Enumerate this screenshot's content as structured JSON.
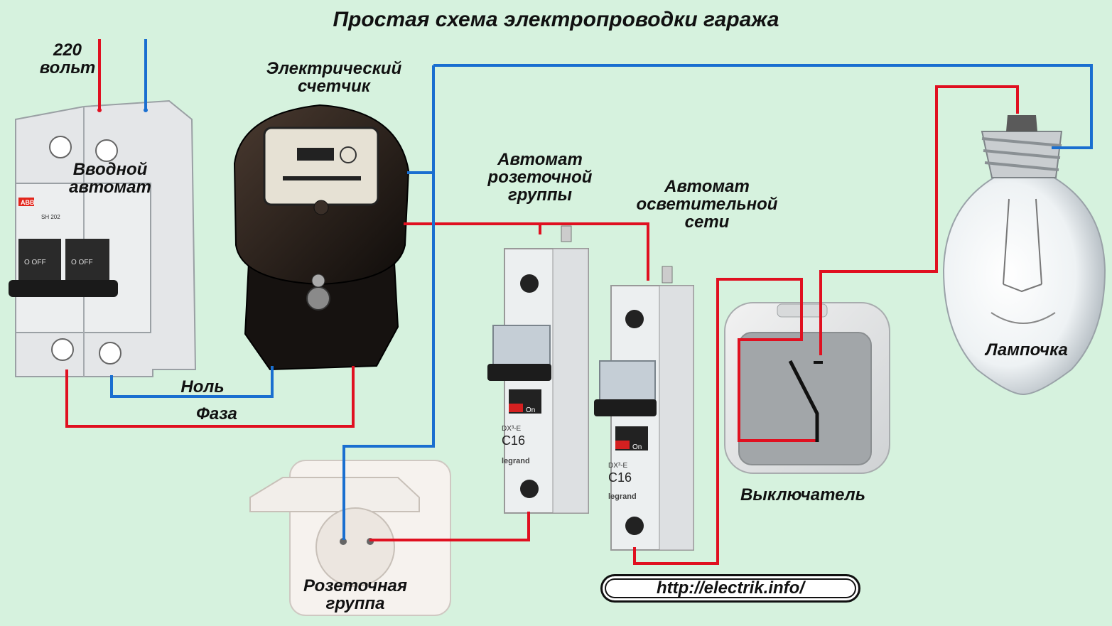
{
  "title": "Простая схема электропроводки гаража",
  "labels": {
    "input_voltage_line1": "220",
    "input_voltage_line2": "вольт",
    "meter_line1": "Электрический",
    "meter_line2": "счетчик",
    "main_breaker_line1": "Вводной",
    "main_breaker_line2": "автомат",
    "socket_breaker_line1": "Автомат",
    "socket_breaker_line2": "розеточной",
    "socket_breaker_line3": "группы",
    "light_breaker_line1": "Автомат",
    "light_breaker_line2": "осветительной",
    "light_breaker_line3": "сети",
    "neutral": "Ноль",
    "phase": "Фаза",
    "lamp": "Лампочка",
    "switch": "Выключатель",
    "socket_line1": "Розеточная",
    "socket_line2": "группа"
  },
  "device_text": {
    "abb": "ABB",
    "abb_model": "SH 202",
    "off1": "O OFF",
    "off2": "O OFF",
    "legrand1": "legrand",
    "legrand2": "legrand",
    "rating1": "C16",
    "rating2": "C16",
    "series1": "DX³-E",
    "series2": "DX³-E",
    "on1": "On",
    "on2": "On"
  },
  "url": "http://electrik.info/",
  "colors": {
    "background": "#d6f2de",
    "phase_wire": "#e01020",
    "neutral_wire": "#1a6fd0"
  }
}
